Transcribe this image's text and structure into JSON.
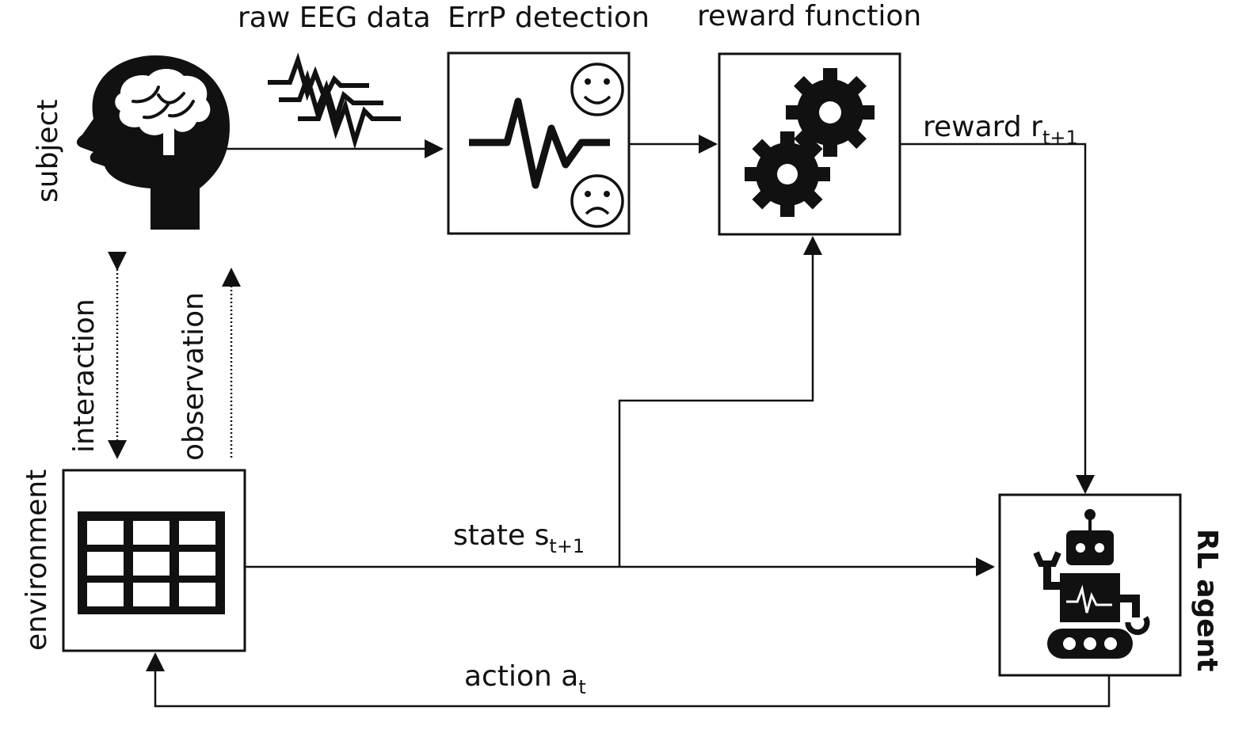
{
  "labels": {
    "raw_eeg": "raw EEG data",
    "errp_detection": "ErrP detection",
    "reward_function": "reward function",
    "reward": "reward r",
    "reward_sub": "t+1",
    "subject": "subject",
    "interaction": "interaction",
    "observation": "observation",
    "environment": "environment",
    "state": "state s",
    "state_sub": "t+1",
    "action": "action a",
    "action_sub": "t",
    "rl_agent": "RL agent"
  },
  "icons": {
    "subject": "head-brain-icon",
    "eeg": "eeg-waveform-icon",
    "errp": "errp-signal-icon",
    "happy": "happy-face-icon",
    "sad": "sad-face-icon",
    "reward": "gears-icon",
    "environment": "grid-icon",
    "agent": "robot-icon"
  },
  "colors": {
    "ink": "#111111",
    "background": "#ffffff"
  }
}
